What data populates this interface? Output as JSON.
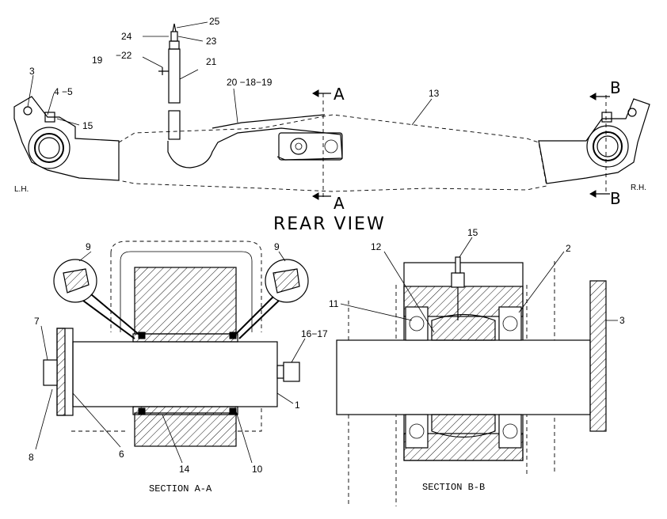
{
  "view_title": "REAR VIEW",
  "side_labels": {
    "left": "L.H.",
    "right": "R.H."
  },
  "sections": {
    "a": {
      "letter": "A",
      "caption": "SECTION A-A"
    },
    "b": {
      "letter": "B",
      "caption": "SECTION B-B"
    }
  },
  "callouts": {
    "c1": "1",
    "c2": "2",
    "c3_rear": "3",
    "c3_secb": "3",
    "c4_5": "4 −5",
    "c6": "6",
    "c7": "7",
    "c8": "8",
    "c9_left": "9",
    "c9_right": "9",
    "c10": "10",
    "c11": "11",
    "c12": "12",
    "c13": "13",
    "c14": "14",
    "c15_rear": "15",
    "c15_secb": "15",
    "c16_17": "16−17",
    "c19": "19",
    "c20_18_19": "20 −18−19",
    "c21": "21",
    "c22": "−22",
    "c23": "23",
    "c24": "24",
    "c25": "25"
  }
}
